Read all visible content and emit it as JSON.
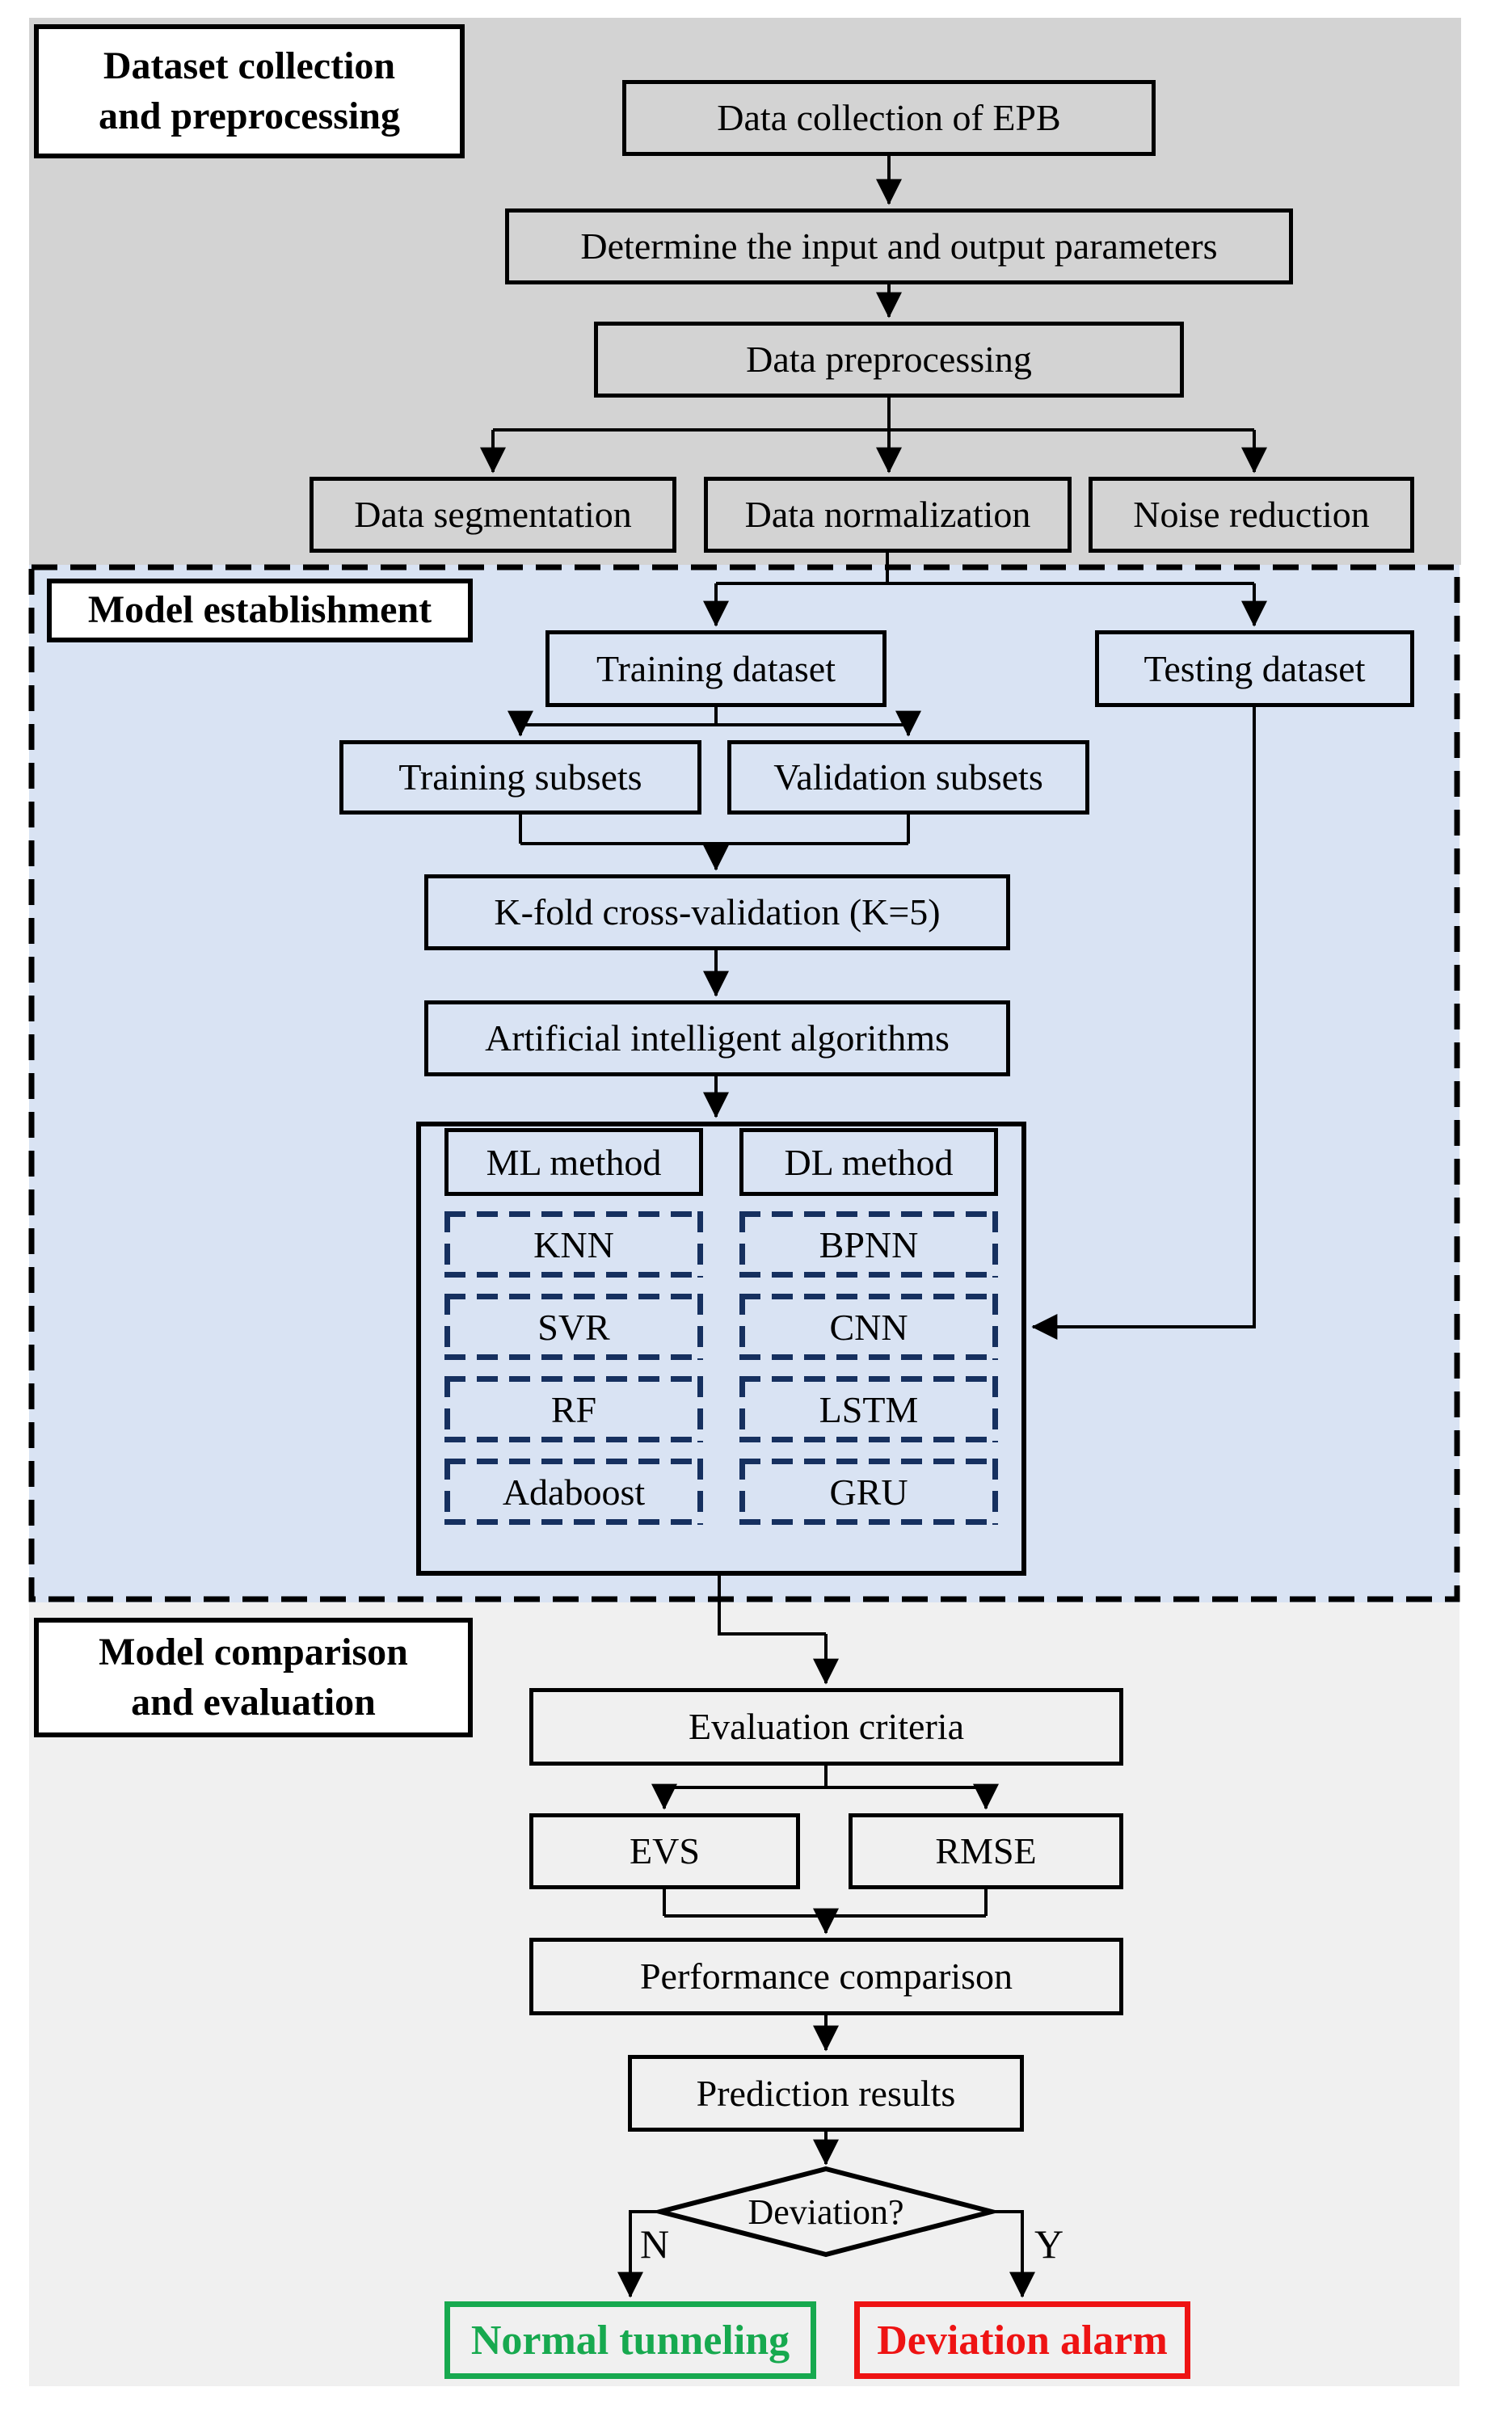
{
  "colors": {
    "gray_bg": "#d3d3d3",
    "blue_bg": "#d9e3f3",
    "light_bg": "#f0f0f0",
    "navy_dash": "#16305f",
    "green": "#17a94f",
    "red": "#ee1313",
    "line": "#000000"
  },
  "section_labels": {
    "dataset": {
      "line1": "Dataset collection",
      "line2": "and preprocessing"
    },
    "model": {
      "line1": "Model establishment"
    },
    "comparison": {
      "line1": "Model comparison",
      "line2": "and evaluation"
    }
  },
  "nodes": {
    "data_collection": "Data collection of EPB",
    "determine_params": "Determine the input and output parameters",
    "data_preprocessing": "Data preprocessing",
    "data_segmentation": "Data segmentation",
    "data_normalization": "Data normalization",
    "noise_reduction": "Noise reduction",
    "training_dataset": "Training dataset",
    "testing_dataset": "Testing dataset",
    "training_subsets": "Training subsets",
    "validation_subsets": "Validation subsets",
    "kfold": "K-fold cross-validation (K=5)",
    "ai_algorithms": "Artificial intelligent algorithms",
    "ml_method": "ML method",
    "dl_method": "DL method",
    "ml_items": [
      "KNN",
      "SVR",
      "RF",
      "Adaboost"
    ],
    "dl_items": [
      "BPNN",
      "CNN",
      "LSTM",
      "GRU"
    ],
    "evaluation_criteria": "Evaluation criteria",
    "evs": "EVS",
    "rmse": "RMSE",
    "performance_comparison": "Performance comparison",
    "prediction_results": "Prediction results",
    "deviation_decision": "Deviation?",
    "branch_no": "N",
    "branch_yes": "Y",
    "normal_tunneling": "Normal tunneling",
    "deviation_alarm": "Deviation alarm"
  }
}
